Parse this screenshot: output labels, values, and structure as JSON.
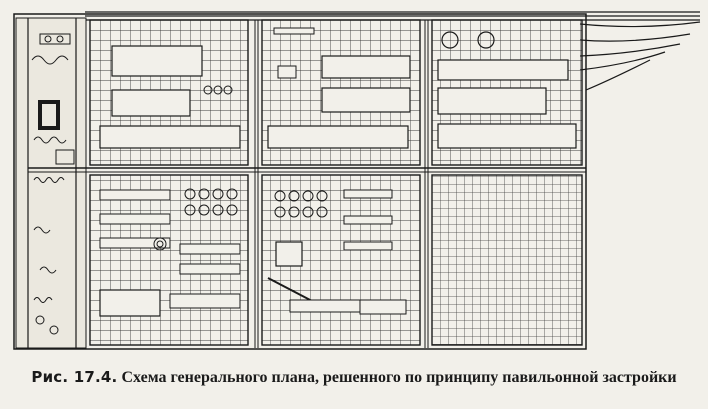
{
  "figure": {
    "caption_label": "Рис. 17.4.",
    "caption_text": "Схема генерального плана, решенного по принципу павильонной застройки"
  },
  "colors": {
    "paper": "#f2f0ea",
    "ink": "#1a1a1a",
    "grid": "#3c3c3c",
    "shade": "#8a8a8a"
  },
  "plan": {
    "blocks_count": 6,
    "description_shown": false
  }
}
